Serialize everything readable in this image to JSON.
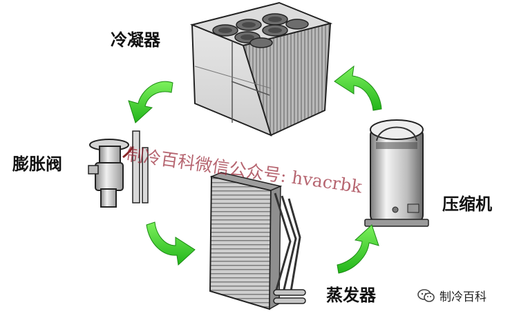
{
  "components": {
    "condenser": "冷凝器",
    "expansion_valve": "膨胀阀",
    "compressor": "压缩机",
    "evaporator": "蒸发器"
  },
  "watermark": "制冷百科微信公众号: hvacrbk",
  "brand": {
    "name": "制冷百科",
    "icon": "wechat-icon"
  },
  "colors": {
    "arrow": "#3fd12a",
    "label": "#111111",
    "watermark": "#9b2a3a"
  }
}
